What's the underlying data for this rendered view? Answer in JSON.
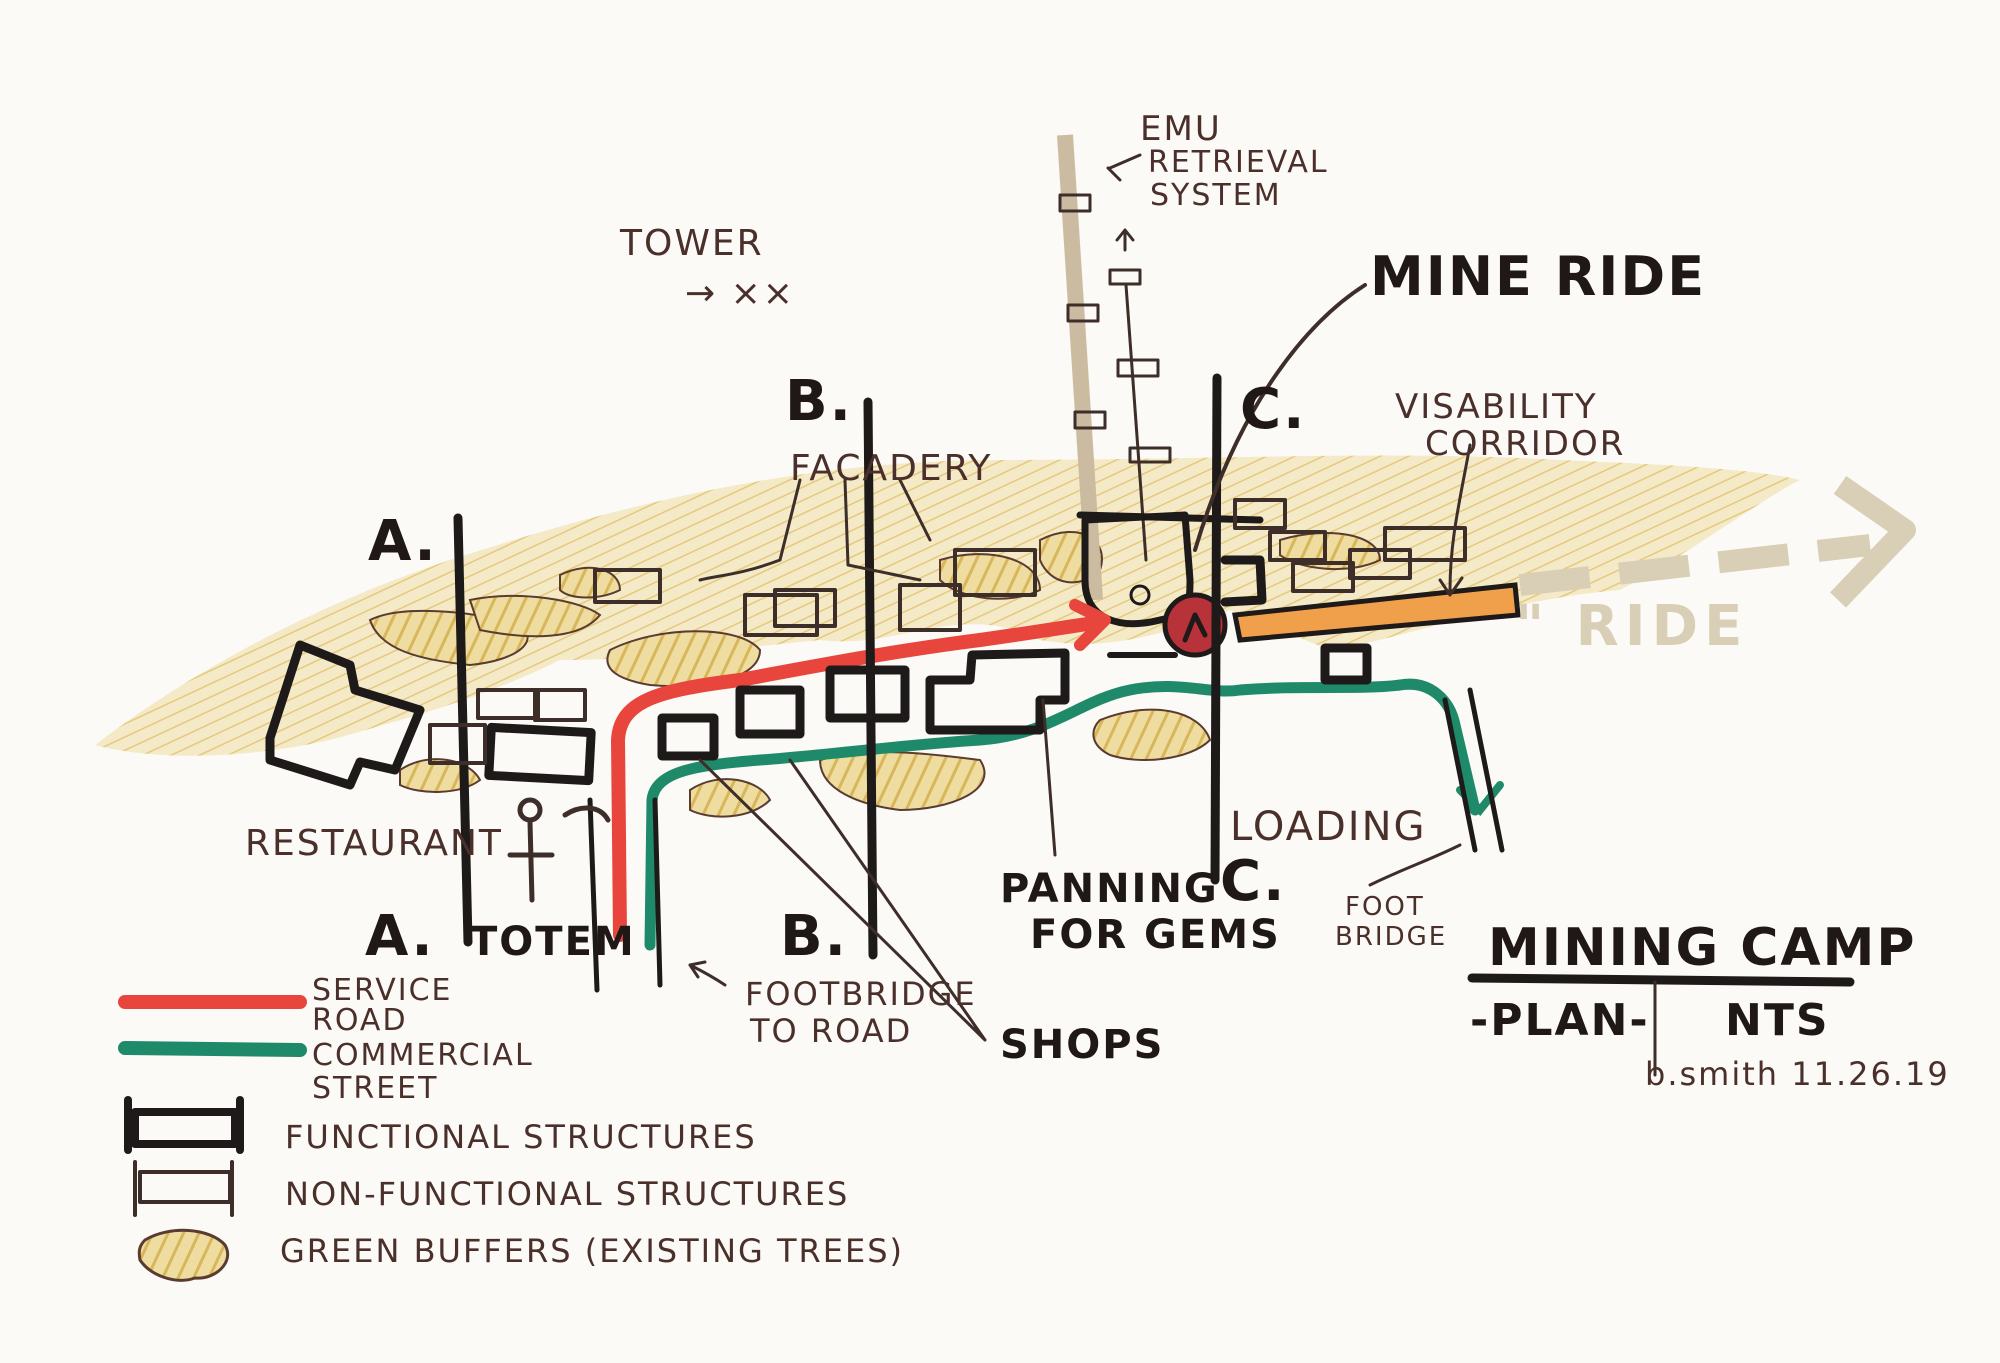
{
  "title": {
    "main": "MINING CAMP",
    "sub": "-PLAN-",
    "scale": "NTS",
    "signature": "b.smith 11.26.19"
  },
  "sections": {
    "a": "A.",
    "b": "B.",
    "c": "C."
  },
  "labels": {
    "emu": "EMU",
    "retrieval": "RETRIEVAL",
    "system": "SYSTEM",
    "tower": "TOWER",
    "tower_mark": "→ ××",
    "mine_ride": "MINE RIDE",
    "visability": "VISABILITY",
    "corridor": "CORRIDOR",
    "facadery": "FACADERY",
    "ride": "\" RIDE",
    "restaurant": "RESTAURANT",
    "totem": "TOTEM",
    "footbridge_1": "FOOTBRIDGE",
    "footbridge_2": "TO ROAD",
    "shops": "SHOPS",
    "panning_1": "PANNING",
    "panning_2": "FOR GEMS",
    "loading": "LOADING",
    "foot": "FOOT",
    "bridge": "BRIDGE"
  },
  "legend": [
    {
      "line1": "SERVICE",
      "line2": "ROAD"
    },
    {
      "line1": "COMMERCIAL",
      "line2": "STREET"
    },
    {
      "line1": "FUNCTIONAL STRUCTURES",
      "line2": ""
    },
    {
      "line1": "NON-FUNCTIONAL STRUCTURES",
      "line2": ""
    },
    {
      "line1": "GREEN BUFFERS (EXISTING TREES)",
      "line2": ""
    }
  ],
  "colors": {
    "paper": "#fbfaf6",
    "ink": "#1e1a19",
    "text_ink": "#4a2f2a",
    "service_road": "#e8453c",
    "commercial_street": "#1f8a6a",
    "buffer_yellow": "#e2c470",
    "ride_corridor": "#f0a04a",
    "ride_arrow": "#d9cfb6",
    "hub": "#b8323a"
  }
}
